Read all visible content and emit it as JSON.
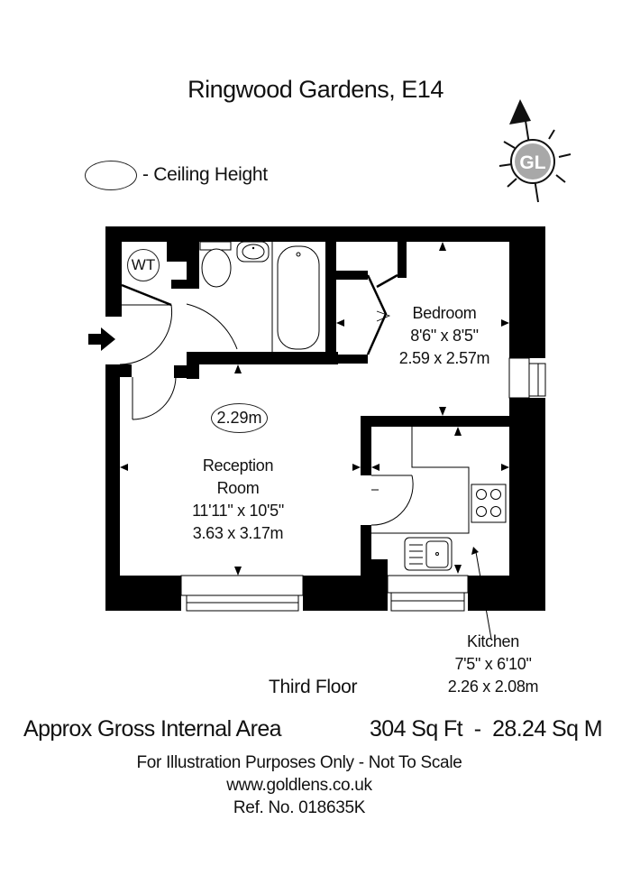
{
  "header": {
    "title": "Ringwood Gardens, E14"
  },
  "legend": {
    "ceiling_height_label": "- Ceiling Height"
  },
  "compass": {
    "logo_text": "GL",
    "icon": "north-arrow-compass"
  },
  "rooms": {
    "bedroom": {
      "name": "Bedroom",
      "imperial": "8'6\" x 8'5\"",
      "metric": "2.59 x 2.57m"
    },
    "reception": {
      "name": "Reception",
      "name_line2": "Room",
      "imperial": "11'11\" x 10'5\"",
      "metric": "3.63 x 3.17m",
      "ceiling_height": "2.29m"
    },
    "kitchen": {
      "name": "Kitchen",
      "imperial": "7'5\" x 6'10\"",
      "metric": "2.26 x 2.08m"
    },
    "wt": {
      "label": "WT"
    }
  },
  "floor": {
    "label": "Third Floor"
  },
  "area": {
    "label": "Approx Gross Internal Area",
    "value": "304 Sq Ft  -  28.24 Sq M"
  },
  "footer": {
    "disclaimer": "For Illustration Purposes Only - Not To Scale",
    "website": "www.goldlens.co.uk",
    "reference": "Ref. No. 018635K"
  }
}
